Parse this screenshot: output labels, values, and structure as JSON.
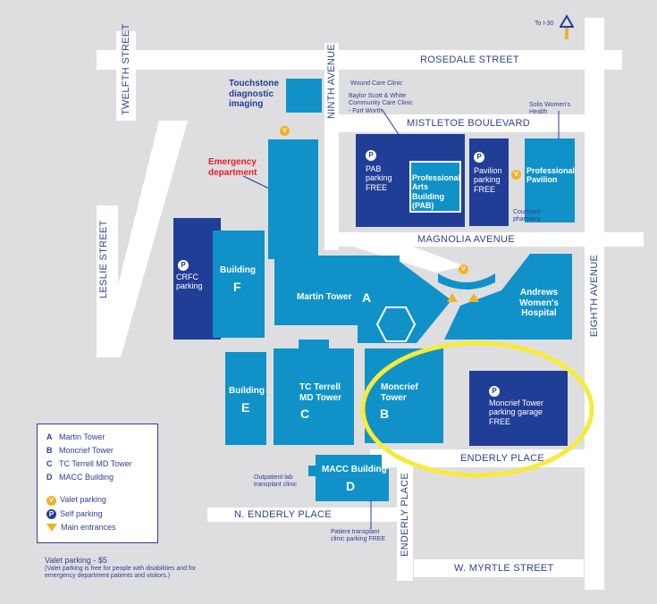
{
  "streets": {
    "rosedale": "ROSEDALE STREET",
    "mistletoe": "MISTLETOE BOULEVARD",
    "magnolia": "MAGNOLIA AVENUE",
    "enderly": "ENDERLY PLACE",
    "n_enderly": "N. ENDERLY PLACE",
    "w_myrtle": "W. MYRTLE STREET",
    "twelfth": "TWELFTH STREET",
    "leslie": "LESLIE STREET",
    "ninth": "NINTH AVENUE",
    "eighth": "EIGHTH AVENUE",
    "enderly_v": "ENDERLY PLACE"
  },
  "buildings": {
    "touchstone": "Touchstone diagnostic imaging",
    "emergency": "Emergency department",
    "crfc": "CRFC parking",
    "building_f": "Building",
    "letter_f": "F",
    "martin": "Martin Tower",
    "letter_a": "A",
    "pab_parking": "PAB parking FREE",
    "pab": "Professional Arts Building (PAB)",
    "pavilion_parking": "Pavilion parking FREE",
    "pavilion": "Professional Pavilion",
    "andrews": "Andrews Women's Hospital",
    "building_e": "Building",
    "letter_e": "E",
    "tc_terrell": "TC Terrell MD Tower",
    "letter_c": "C",
    "moncrief": "Moncrief Tower",
    "letter_b": "B",
    "moncrief_garage": "Moncrief Tower parking garage FREE",
    "macc": "MACC Building",
    "letter_d": "D"
  },
  "annotations": {
    "wound": "Wound Care Clinic",
    "baylor": "Baylor Scott & White Community Care Clinic - Fort Worth",
    "solis": "Solis Women's Health",
    "courtyard": "Courtyard pharmacy",
    "outpatient": "Outpatient lab transplant clinic",
    "transplant_parking": "Patient transplant clinic parking FREE",
    "to_i30": "To I-30"
  },
  "legend": {
    "a": "Martin Tower",
    "b": "Moncrief Tower",
    "c": "TC Terrell MD Tower",
    "d": "MACC Building",
    "valet": "Valet parking",
    "self": "Self parking",
    "entrances": "Main entrances"
  },
  "footer": {
    "valet_price": "Valet parking - $5",
    "valet_note": "(Valet parking is free for people with disabilities and for emergency department patients and visitors.)"
  },
  "symbols": {
    "p": "P",
    "v": "V"
  },
  "colors": {
    "building": "#1092c9",
    "parking": "#213e96",
    "highlight": "#f7ea3a",
    "accent": "#f2b227"
  }
}
